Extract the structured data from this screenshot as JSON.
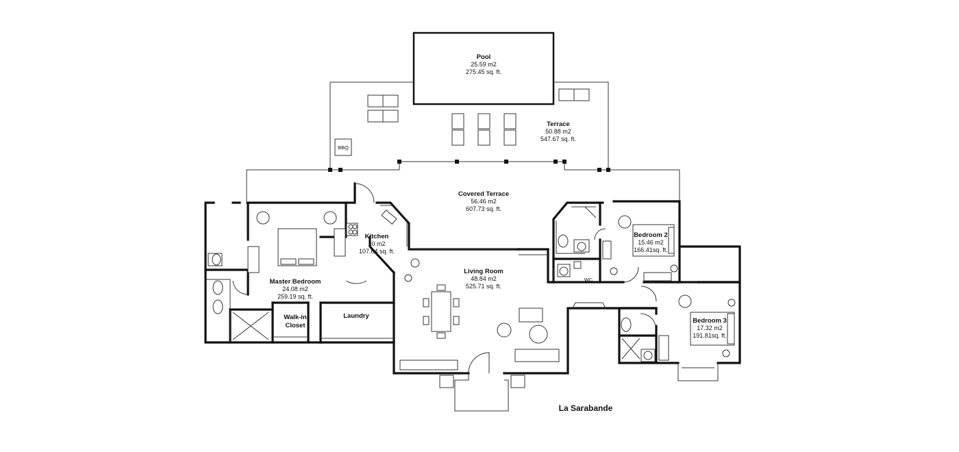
{
  "plan_title": "La Sarabande",
  "rooms": {
    "pool": {
      "name": "Pool",
      "area_m2": "25.59 m2",
      "area_sqft": "275.45 sq. ft."
    },
    "terrace": {
      "name": "Terrace",
      "area_m2": "50.88 m2",
      "area_sqft": "547.67 sq. ft."
    },
    "covered_terrace": {
      "name": "Covered Terrace",
      "area_m2": "56.46 m2",
      "area_sqft": "607.73 sq. ft."
    },
    "kitchen": {
      "name": "Kitchen",
      "area_m2": "10 m2",
      "area_sqft": "107.64 sq. ft."
    },
    "living_room": {
      "name": "Living Room",
      "area_m2": "48.84 m2",
      "area_sqft": "525.71 sq. ft."
    },
    "master_bedroom": {
      "name": "Master Bedroom",
      "area_m2": "24.08 m2",
      "area_sqft": "259.19 sq. ft."
    },
    "walk_in_closet": {
      "name_line1": "Walk-in",
      "name_line2": "Closet"
    },
    "laundry": {
      "name": "Laundry"
    },
    "bedroom_2": {
      "name": "Bedroom 2",
      "area_m2": "15.46 m2",
      "area_sqft": "166.41sq. ft."
    },
    "bedroom_3": {
      "name": "Bedroom 3",
      "area_m2": "17.32 m2",
      "area_sqft": "191.81sq. ft."
    },
    "wc": {
      "name": "WC"
    },
    "bbq": {
      "name": "BBQ"
    }
  }
}
